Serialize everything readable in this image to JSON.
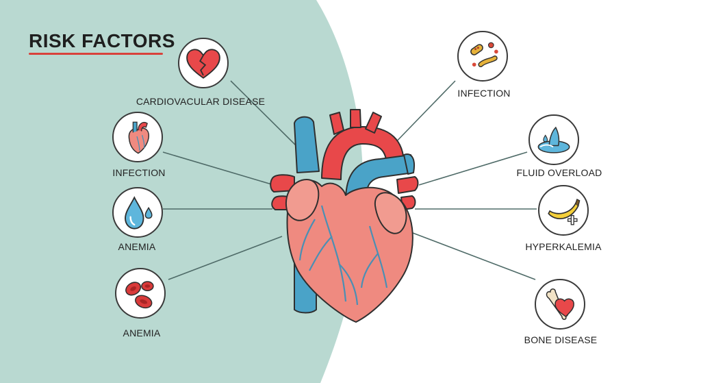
{
  "title": "RISK FACTORS",
  "colors": {
    "background_left": "#b9d9d1",
    "background_right": "#ffffff",
    "title_underline": "#d9413b",
    "heart_red": "#e8484a",
    "heart_muscle": "#ef8a80",
    "vessel_blue": "#4aa3c8"
  },
  "left_factors": [
    {
      "label": "CARDIOVACULAR DISEASE",
      "icon": "broken-heart-icon"
    },
    {
      "label": "INFECTION",
      "icon": "heart-anatomy-icon"
    },
    {
      "label": "ANEMIA",
      "icon": "water-drop-icon"
    },
    {
      "label": "ANEMIA",
      "icon": "red-blood-cells-icon"
    }
  ],
  "right_factors": [
    {
      "label": "INFECTION",
      "icon": "bacteria-icon"
    },
    {
      "label": "FLUID OVERLOAD",
      "icon": "water-splash-icon"
    },
    {
      "label": "HYPERKALEMIA",
      "icon": "banana-icon"
    },
    {
      "label": "BONE DISEASE",
      "icon": "bone-heart-icon"
    }
  ],
  "center_icon": "heart-icon"
}
